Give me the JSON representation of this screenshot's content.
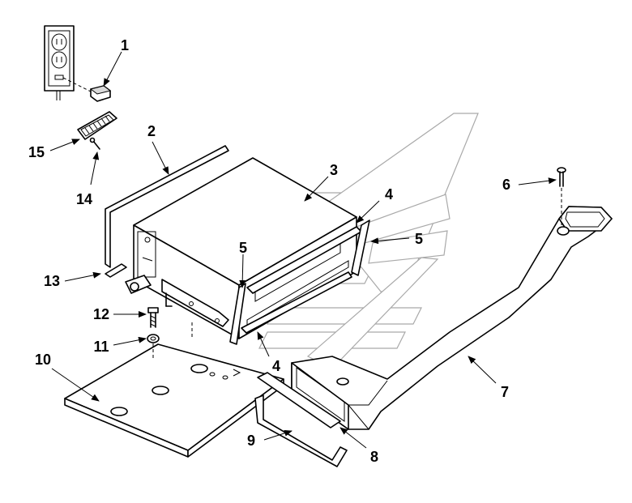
{
  "callouts": [
    {
      "id": "c1",
      "label": "1"
    },
    {
      "id": "c2",
      "label": "2"
    },
    {
      "id": "c3",
      "label": "3"
    },
    {
      "id": "c4a",
      "label": "4"
    },
    {
      "id": "c4b",
      "label": "4"
    },
    {
      "id": "c5a",
      "label": "5"
    },
    {
      "id": "c5b",
      "label": "5"
    },
    {
      "id": "c6",
      "label": "6"
    },
    {
      "id": "c7",
      "label": "7"
    },
    {
      "id": "c8",
      "label": "8"
    },
    {
      "id": "c9",
      "label": "9"
    },
    {
      "id": "c10",
      "label": "10"
    },
    {
      "id": "c11",
      "label": "11"
    },
    {
      "id": "c12",
      "label": "12"
    },
    {
      "id": "c13",
      "label": "13"
    },
    {
      "id": "c14",
      "label": "14"
    },
    {
      "id": "c15",
      "label": "15"
    }
  ]
}
